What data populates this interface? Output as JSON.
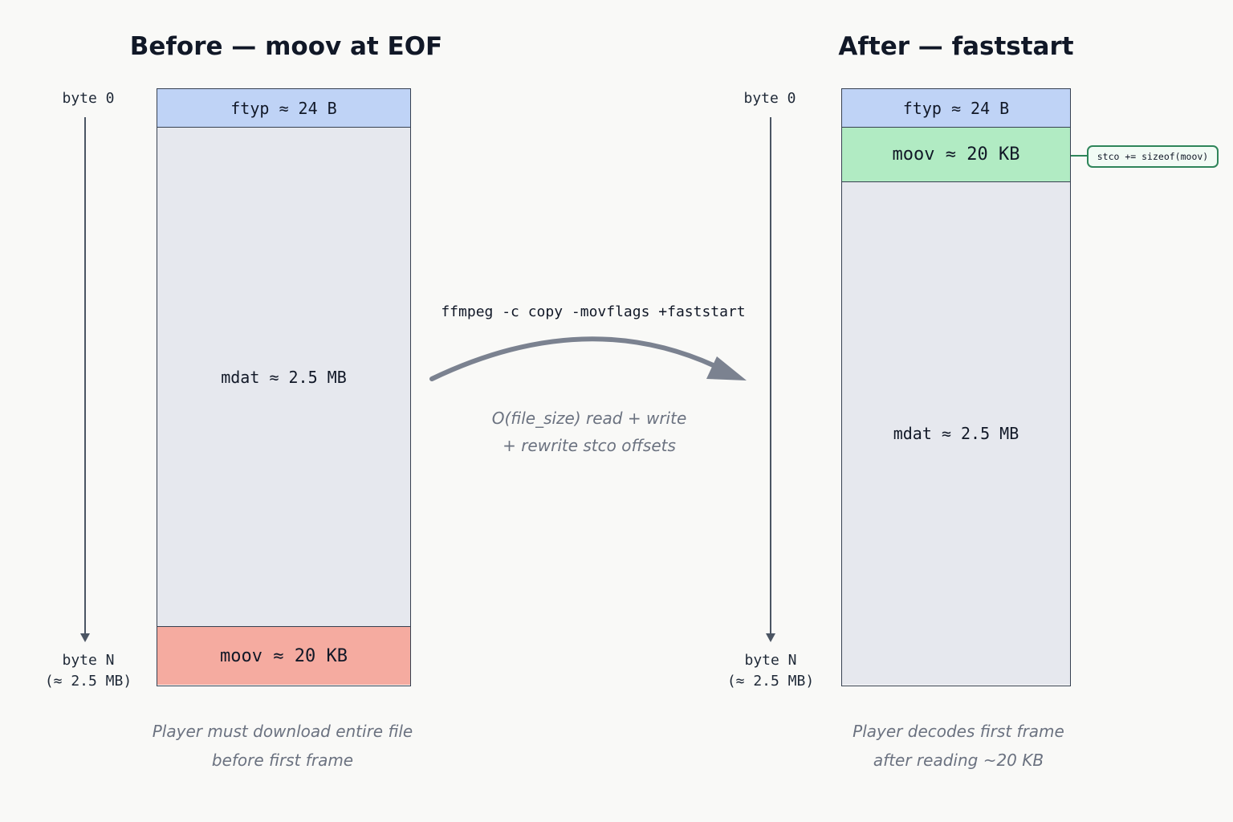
{
  "before": {
    "title": "Before — moov at EOF",
    "axis_top": "byte 0",
    "axis_bottom_1": "byte N",
    "axis_bottom_2": "(≈ 2.5 MB)",
    "segments": {
      "ftyp": "ftyp ≈ 24 B",
      "mdat": "mdat ≈ 2.5 MB",
      "moov": "moov ≈ 20 KB"
    },
    "caption_1": "Player must download entire file",
    "caption_2": "before first frame"
  },
  "transform": {
    "command": "ffmpeg -c copy -movflags +faststart",
    "note_1": "O(file_size) read + write",
    "note_2": "+ rewrite stco offsets"
  },
  "after": {
    "title": "After — faststart",
    "axis_top": "byte 0",
    "axis_bottom_1": "byte N",
    "axis_bottom_2": "(≈ 2.5 MB)",
    "segments": {
      "ftyp": "ftyp ≈ 24 B",
      "moov": "moov ≈ 20 KB",
      "mdat": "mdat ≈ 2.5 MB"
    },
    "stco_note": "stco += sizeof(moov)",
    "caption_1": "Player decodes first frame",
    "caption_2": "after reading ~20 KB"
  },
  "colors": {
    "ftyp": "#bfd3f6",
    "mdat": "#e6e8ee",
    "moov_before": "#f5aba0",
    "moov_after": "#b1ebc3",
    "arrow": "#7b8290"
  }
}
